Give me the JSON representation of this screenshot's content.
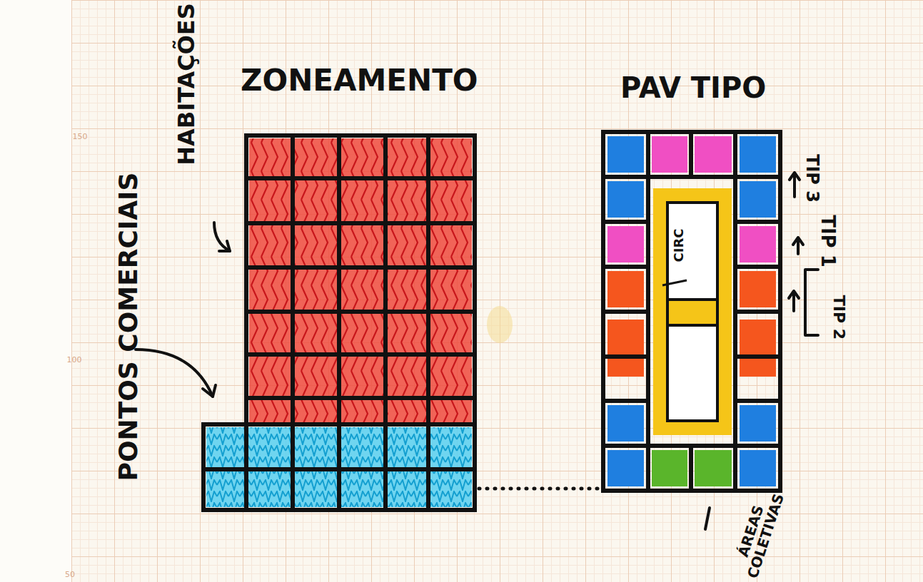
{
  "diagram": {
    "nodes": [
      {
        "text": [
          "ZONEAMENTO"
        ]
      },
      {
        "text": [
          "PAV TIPO"
        ]
      },
      {
        "text": [
          "CIRC"
        ],
        "in": 1
      }
    ],
    "edges": [
      {
        "from": 0,
        "to": 1,
        "arrow": "none"
      }
    ],
    "labels": [
      "HABITAÇÕES",
      "PONTOS COMERCIAIS",
      "TIP 3",
      "TIP 1",
      "TIP 2",
      "ÁREAS COLETIVAS",
      "150",
      "100",
      "50"
    ]
  }
}
